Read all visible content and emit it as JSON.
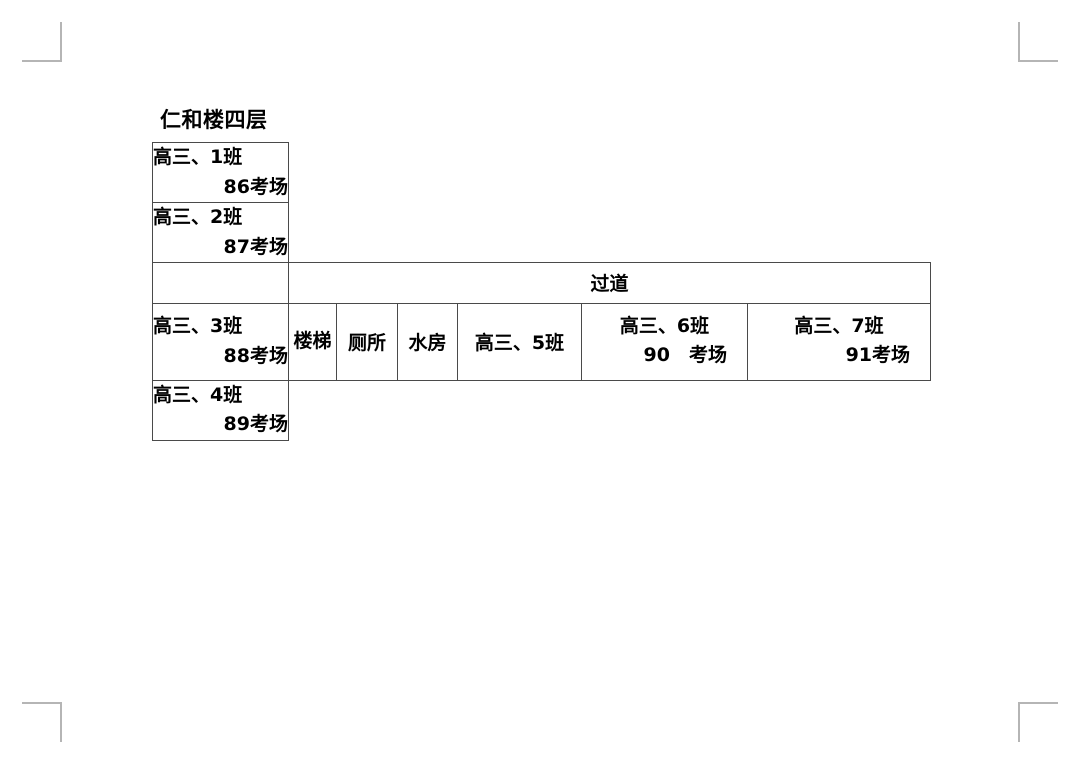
{
  "document": {
    "title": "仁和楼四层"
  },
  "crop_marks": {
    "top_left": "crop-mark-top-left",
    "top_right": "crop-mark-top-right",
    "bottom_left": "crop-mark-bottom-left",
    "bottom_right": "crop-mark-bottom-right",
    "color": "#b5b5b5"
  },
  "floor_plan": {
    "rooms": {
      "class1": {
        "class_label": "高三、1班",
        "exam_label": "86考场"
      },
      "class2": {
        "class_label": "高三、2班",
        "exam_label": "87考场"
      },
      "class3": {
        "class_label": "高三、3班",
        "exam_label": "88考场"
      },
      "class4": {
        "class_label": "高三、4班",
        "exam_label": "89考场"
      },
      "class5": {
        "class_label": "高三、5班"
      },
      "class6": {
        "class_label": "高三、6班",
        "exam_label": "90　考场"
      },
      "class7": {
        "class_label": "高三、7班",
        "exam_label": "91考场"
      }
    },
    "corridor_label": "过道",
    "facilities": {
      "stairs": "楼梯",
      "toilet": "厕所",
      "water": "水房"
    },
    "colors": {
      "border": "#4a4a4a",
      "text": "#000000",
      "background": "#ffffff"
    }
  }
}
